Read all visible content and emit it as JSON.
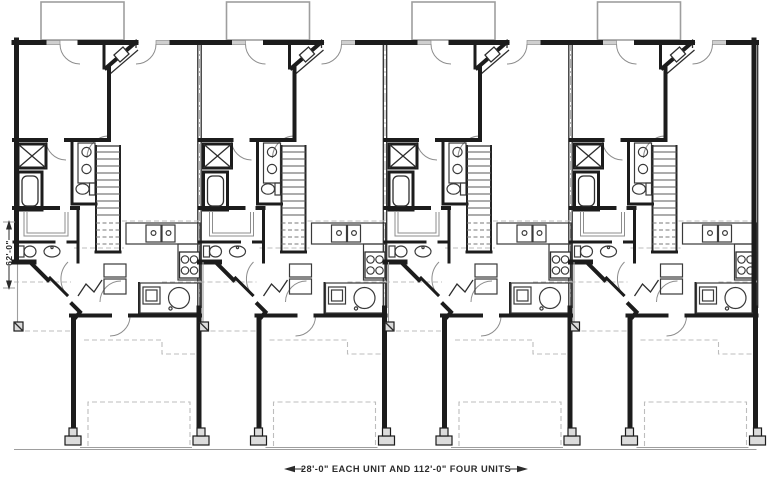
{
  "drawing": {
    "kind": "townhouse-floor-plan",
    "unit_count": 4,
    "units": [
      "unit-1",
      "unit-2",
      "unit-3",
      "unit-4"
    ]
  },
  "annotations": {
    "depth_dimension": "62'-0\"",
    "width_dimension": "28'-0\" EACH UNIT AND 112'-0\" FOUR UNITS"
  },
  "colors": {
    "wall": "#1c1c1c",
    "secondary_line": "#9e9e9e",
    "dashed_line": "#bdbdbd",
    "window_fill": "#cfcfcf",
    "footing_fill": "#dcdcdc",
    "text": "#2b2b2b",
    "background": "#ffffff"
  }
}
